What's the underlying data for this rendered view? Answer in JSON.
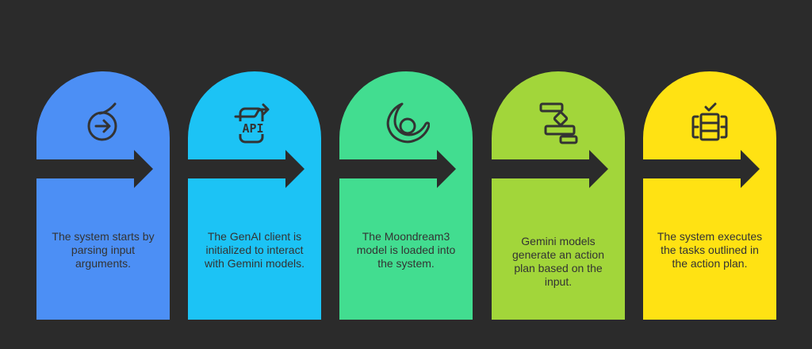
{
  "canvas": {
    "background": "#2B2B2B",
    "arrow_color": "#2B2B2B",
    "text_color": "#333333",
    "icon_color": "#333333"
  },
  "steps": [
    {
      "label": "The system starts by\nparsing input\narguments.",
      "color": "#4C8FF5",
      "icon": "arrow-into-circle-icon"
    },
    {
      "label": "The GenAI client is\ninitialized to interact\nwith Gemini models.",
      "color": "#1CC3F5",
      "icon": "api-file-icon",
      "icon_text": "API"
    },
    {
      "label": "The Moondream3\nmodel is loaded into\nthe system.",
      "color": "#42DD90",
      "icon": "moondream-swirl-icon"
    },
    {
      "label": "Gemini models\ngenerate an action\nplan based on the\ninput.",
      "color": "#A2D63A",
      "icon": "gantt-chart-icon"
    },
    {
      "label": "The system executes\nthe tasks outlined in\nthe action plan.",
      "color": "#FFE213",
      "icon": "table-check-icon"
    }
  ]
}
